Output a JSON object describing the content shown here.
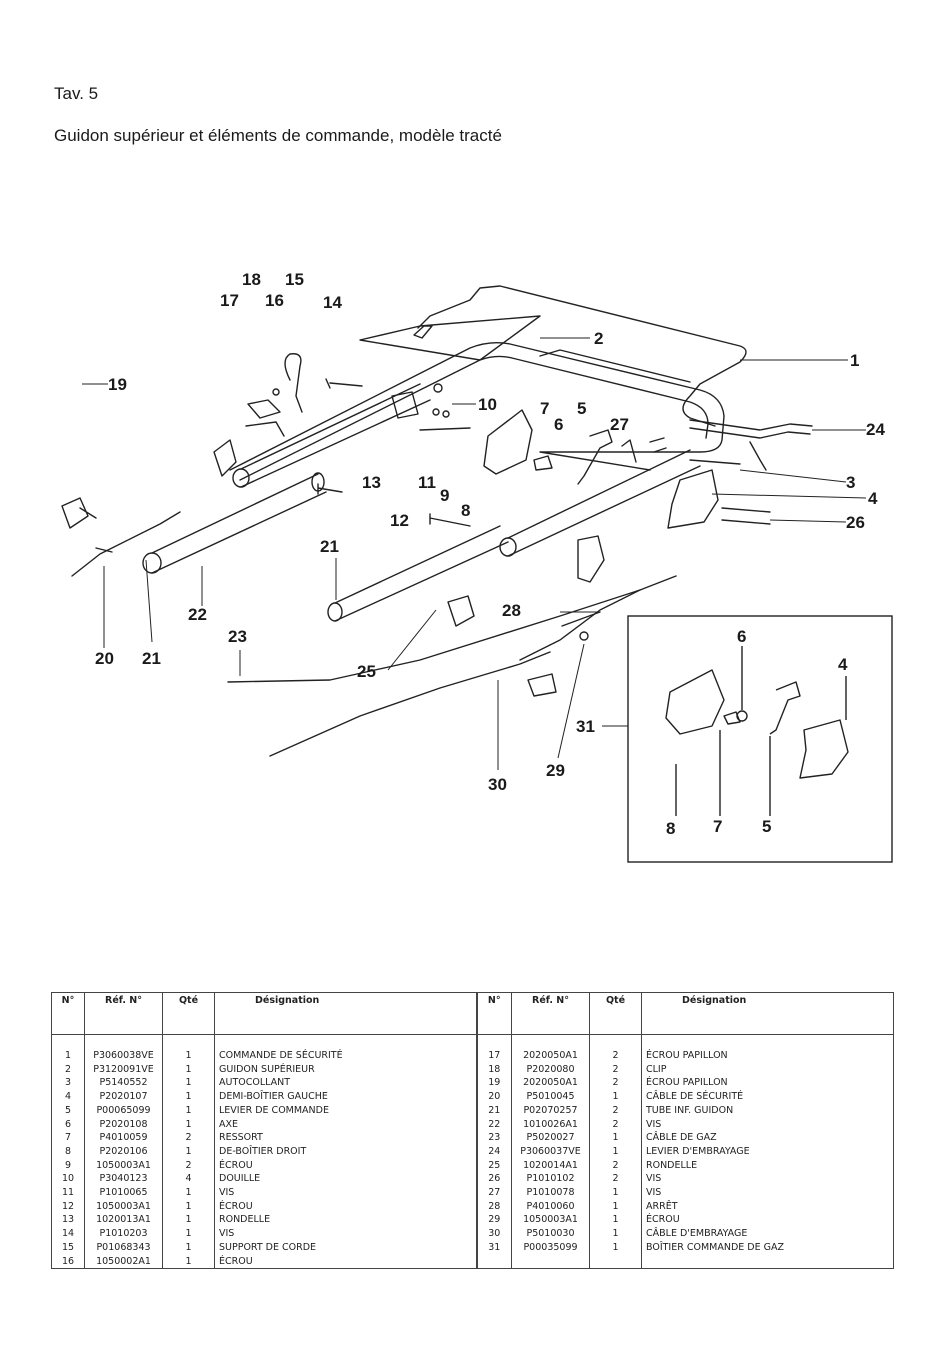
{
  "page": {
    "tav": "Tav. 5",
    "title": "Guidon supérieur et éléments de commande, modèle tracté"
  },
  "diagram": {
    "callouts": [
      "1",
      "2",
      "3",
      "4",
      "5",
      "6",
      "7",
      "8",
      "9",
      "10",
      "11",
      "12",
      "13",
      "14",
      "15",
      "16",
      "17",
      "18",
      "19",
      "20",
      "21",
      "22",
      "23",
      "24",
      "25",
      "26",
      "27",
      "28",
      "29",
      "30",
      "31"
    ],
    "inset_callouts": [
      "6",
      "4",
      "8",
      "7",
      "5"
    ]
  },
  "table": {
    "headers": {
      "n": "N°",
      "ref": "Réf. N°",
      "qte": "Qté",
      "designation": "Désignation"
    },
    "left": [
      {
        "n": "1",
        "ref": "P3060038VE",
        "q": "1",
        "d": "COMMANDE DE SÉCURITÉ"
      },
      {
        "n": "2",
        "ref": "P3120091VE",
        "q": "1",
        "d": "GUIDON SUPÉRIEUR"
      },
      {
        "n": "3",
        "ref": "P5140552",
        "q": "1",
        "d": "AUTOCOLLANT"
      },
      {
        "n": "4",
        "ref": "P2020107",
        "q": "1",
        "d": "DEMI-BOÎTIER GAUCHE"
      },
      {
        "n": "5",
        "ref": "P00065099",
        "q": "1",
        "d": "LEVIER DE COMMANDE"
      },
      {
        "n": "6",
        "ref": "P2020108",
        "q": "1",
        "d": "AXE"
      },
      {
        "n": "7",
        "ref": "P4010059",
        "q": "2",
        "d": "RESSORT"
      },
      {
        "n": "8",
        "ref": "P2020106",
        "q": "1",
        "d": "DE-BOÎTIER DROIT"
      },
      {
        "n": "9",
        "ref": "1050003A1",
        "q": "2",
        "d": "ÉCROU"
      },
      {
        "n": "10",
        "ref": "P3040123",
        "q": "4",
        "d": "DOUILLE"
      },
      {
        "n": "11",
        "ref": "P1010065",
        "q": "1",
        "d": "VIS"
      },
      {
        "n": "12",
        "ref": "1050003A1",
        "q": "1",
        "d": "ÉCROU"
      },
      {
        "n": "13",
        "ref": "1020013A1",
        "q": "1",
        "d": "RONDELLE"
      },
      {
        "n": "14",
        "ref": "P1010203",
        "q": "1",
        "d": "VIS"
      },
      {
        "n": "15",
        "ref": "P01068343",
        "q": "1",
        "d": "SUPPORT DE CORDE"
      },
      {
        "n": "16",
        "ref": "1050002A1",
        "q": "1",
        "d": "ÉCROU"
      }
    ],
    "right": [
      {
        "n": "17",
        "ref": "2020050A1",
        "q": "2",
        "d": "ÉCROU PAPILLON"
      },
      {
        "n": "18",
        "ref": "P2020080",
        "q": "2",
        "d": "CLIP"
      },
      {
        "n": "19",
        "ref": "2020050A1",
        "q": "2",
        "d": "ÉCROU PAPILLON"
      },
      {
        "n": "20",
        "ref": "P5010045",
        "q": "1",
        "d": "CÂBLE DE SÉCURITÉ"
      },
      {
        "n": "21",
        "ref": "P02070257",
        "q": "2",
        "d": "TUBE INF. GUIDON"
      },
      {
        "n": "22",
        "ref": "1010026A1",
        "q": "2",
        "d": "VIS"
      },
      {
        "n": "23",
        "ref": "P5020027",
        "q": "1",
        "d": "CÂBLE DE GAZ"
      },
      {
        "n": "24",
        "ref": "P3060037VE",
        "q": "1",
        "d": "LEVIER D'EMBRAYAGE"
      },
      {
        "n": "25",
        "ref": "1020014A1",
        "q": "2",
        "d": "RONDELLE"
      },
      {
        "n": "26",
        "ref": "P1010102",
        "q": "2",
        "d": "VIS"
      },
      {
        "n": "27",
        "ref": "P1010078",
        "q": "1",
        "d": "VIS"
      },
      {
        "n": "28",
        "ref": "P4010060",
        "q": "1",
        "d": "ARRÊT"
      },
      {
        "n": "29",
        "ref": "1050003A1",
        "q": "1",
        "d": "ÉCROU"
      },
      {
        "n": "30",
        "ref": "P5010030",
        "q": "1",
        "d": "CÂBLE D'EMBRAYAGE"
      },
      {
        "n": "31",
        "ref": "P00035099",
        "q": "1",
        "d": "BOÎTIER COMMANDE DE GAZ"
      }
    ]
  }
}
